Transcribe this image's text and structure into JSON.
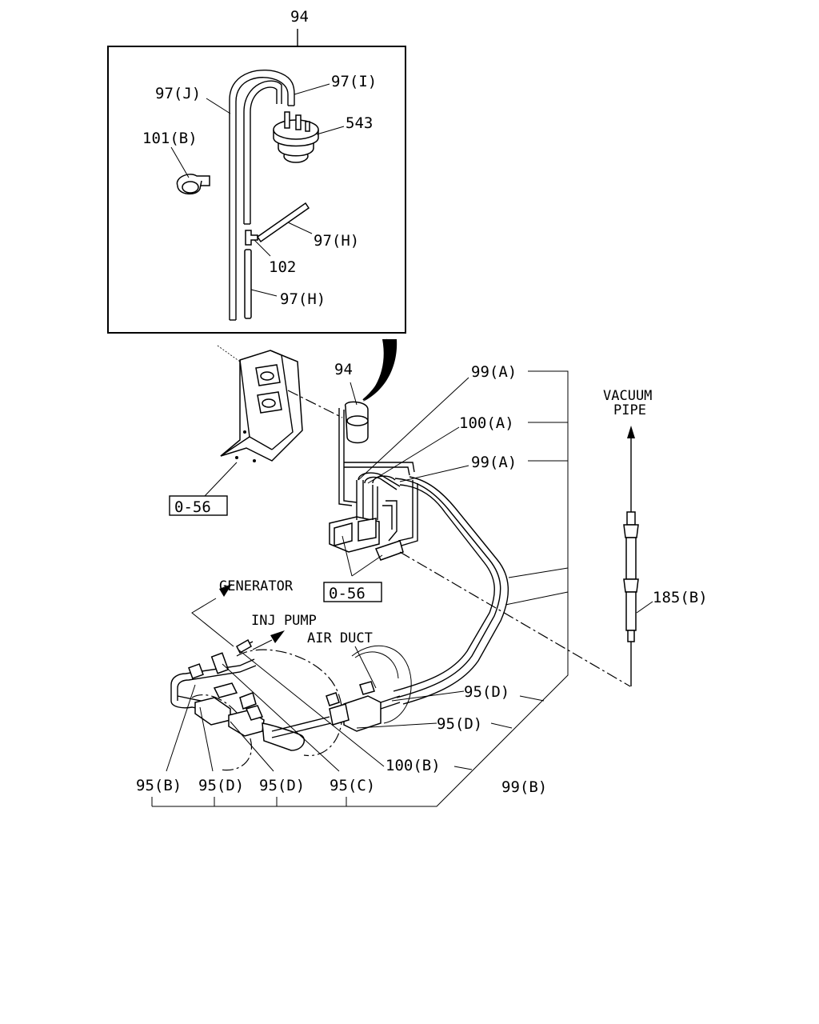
{
  "labels": {
    "inset_callout": "94",
    "hose_97j": "97(J)",
    "hose_97i": "97(I)",
    "clip_101b": "101(B)",
    "valve_543": "543",
    "hose_97h_upper": "97(H)",
    "connector_102": "102",
    "hose_97h_lower": "97(H)",
    "valve_94": "94",
    "bracket_0_56_left": "0-56",
    "bracket_0_56_center": "0-56",
    "hose_99a_top": "99(A)",
    "hose_100a": "100(A)",
    "hose_99a_mid": "99(A)",
    "vacuum_pipe_line1": "VACUUM",
    "vacuum_pipe_line2": "PIPE",
    "hose_185b": "185(B)",
    "generator": "GENERATOR",
    "inj_pump": "INJ PUMP",
    "air_duct": "AIR DUCT",
    "hose_95d_right_upper": "95(D)",
    "hose_95d_right_lower": "95(D)",
    "hose_100b": "100(B)",
    "hose_99b": "99(B)",
    "hose_95b": "95(B)",
    "hose_95d_bottom_1": "95(D)",
    "hose_95d_bottom_2": "95(D)",
    "hose_95c": "95(C)"
  }
}
